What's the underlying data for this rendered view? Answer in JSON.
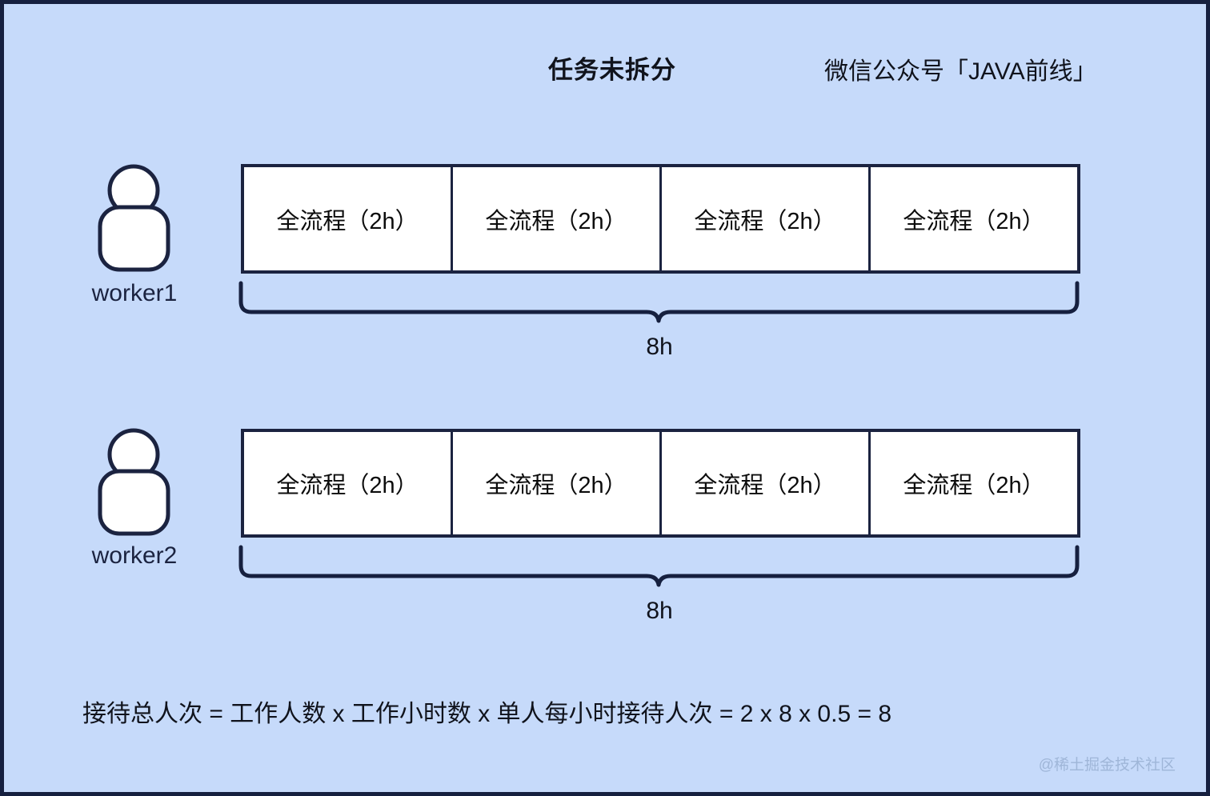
{
  "diagram": {
    "title": "任务未拆分",
    "subtitle": "微信公众号「JAVA前线」",
    "background_color": "#c6dafa",
    "border_color": "#16203f",
    "stroke_color": "#1b2340",
    "cell_fill_color": "#ffffff",
    "rows": [
      {
        "worker_label": "worker1",
        "worker_icon": "person-icon",
        "cells": [
          {
            "label": "全流程（2h）"
          },
          {
            "label": "全流程（2h）"
          },
          {
            "label": "全流程（2h）"
          },
          {
            "label": "全流程（2h）"
          }
        ],
        "brace_label": "8h"
      },
      {
        "worker_label": "worker2",
        "worker_icon": "person-icon",
        "cells": [
          {
            "label": "全流程（2h）"
          },
          {
            "label": "全流程（2h）"
          },
          {
            "label": "全流程（2h）"
          },
          {
            "label": "全流程（2h）"
          }
        ],
        "brace_label": "8h"
      }
    ],
    "formula": "接待总人次 = 工作人数 x 工作小时数 x 单人每小时接待人次 = 2 x 8 x 0.5 = 8",
    "watermark": "@稀土掘金技术社区"
  }
}
